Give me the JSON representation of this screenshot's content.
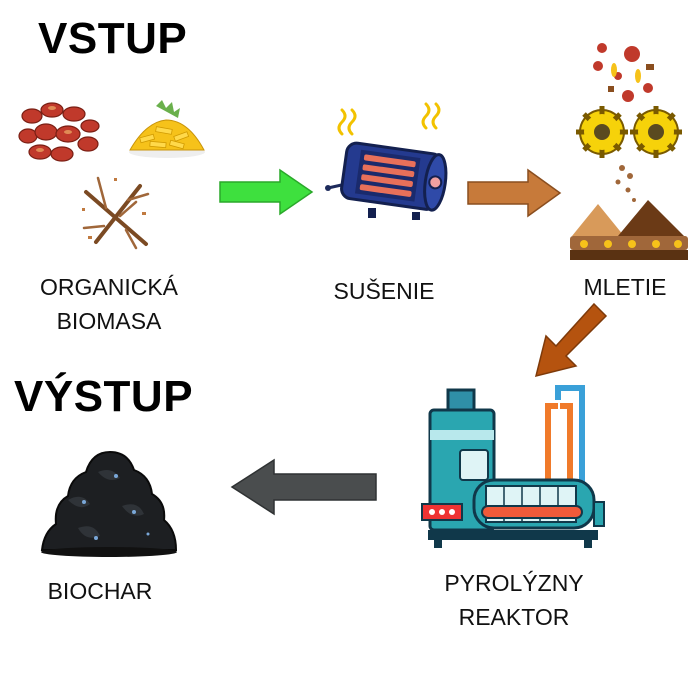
{
  "headings": {
    "input": "VSTUP",
    "output": "VÝSTUP"
  },
  "steps": {
    "biomass": {
      "line1": "ORGANICKÁ",
      "line2": "BIOMASA"
    },
    "drying": {
      "label": "SUŠENIE"
    },
    "milling": {
      "label": "MLETIE"
    },
    "reactor": {
      "line1": "PYROLÝZNY",
      "line2": "REAKTOR"
    },
    "biochar": {
      "label": "BIOCHAR"
    }
  },
  "arrows": {
    "biomass_to_drying": "#3ee03e",
    "drying_to_milling": "#c77a3a",
    "milling_to_reactor": "#b5530f",
    "reactor_to_biochar": "#4a4d4e"
  },
  "icons": {
    "biomass": [
      "red-pellets-icon",
      "yellow-chips-icon",
      "twigs-icon"
    ],
    "drying": "heated-dryer-drum-icon",
    "milling": "grinder-gears-icon",
    "reactor": "pyrolysis-reactor-icon",
    "biochar": "biochar-pile-icon"
  }
}
